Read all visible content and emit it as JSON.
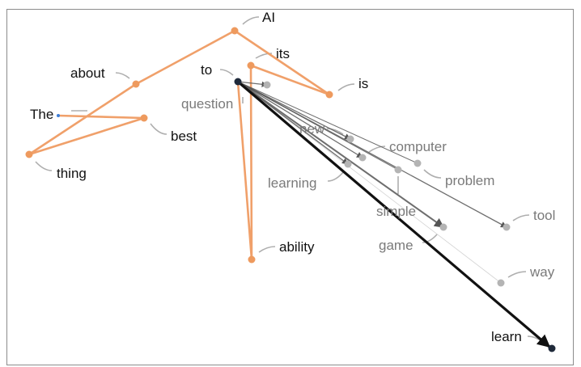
{
  "colors": {
    "path": "#f0a06a",
    "path_node": "#ee9a5e",
    "arrow_dark": "#111111",
    "arrow_mid": "#555555",
    "node_grey": "#b4b4b4",
    "label_dark": "#111111",
    "label_grey": "#7a7a7a",
    "leader": "#9a9a9a",
    "frame": "#8c8c8c"
  },
  "words": [
    {
      "key": "the",
      "text": "The"
    },
    {
      "key": "about",
      "text": "about"
    },
    {
      "key": "ai",
      "text": "AI"
    },
    {
      "key": "its",
      "text": "its"
    },
    {
      "key": "to",
      "text": "to"
    },
    {
      "key": "is",
      "text": "is"
    },
    {
      "key": "question",
      "text": "question"
    },
    {
      "key": "best",
      "text": "best"
    },
    {
      "key": "new",
      "text": "new"
    },
    {
      "key": "computer",
      "text": "computer"
    },
    {
      "key": "thing",
      "text": "thing"
    },
    {
      "key": "learning",
      "text": "learning"
    },
    {
      "key": "problem",
      "text": "problem"
    },
    {
      "key": "simple",
      "text": "simple"
    },
    {
      "key": "tool",
      "text": "tool"
    },
    {
      "key": "game",
      "text": "game"
    },
    {
      "key": "ability",
      "text": "ability"
    },
    {
      "key": "way",
      "text": "way"
    },
    {
      "key": "learn",
      "text": "learn"
    }
  ]
}
